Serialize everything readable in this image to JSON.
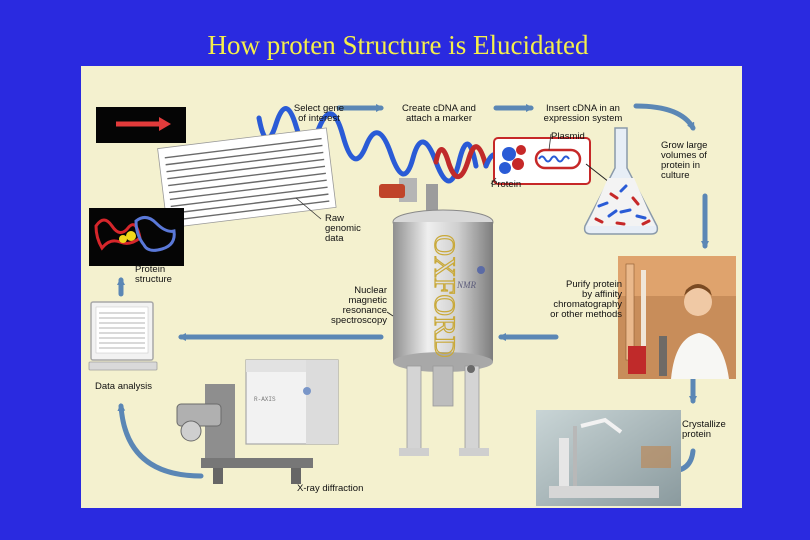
{
  "title": "How proten Structure is Elucidated",
  "steps": {
    "select_gene": "Select gene\nof interest",
    "create_cdna": "Create cDNA and\nattach a marker",
    "insert_cdna": "Insert cDNA in an\nexpression system",
    "plasmid": "Plasmid",
    "protein": "Protein",
    "grow": "Grow large\nvolumes of\nprotein in\nculture",
    "raw_data": "Raw\ngenomic\ndata",
    "protein_structure": "Protein\nstructure",
    "nmr": "Nuclear\nmagnetic\nresonance\nspectroscopy",
    "purify": "Purify protein\nby affinity\nchromatography\nor other methods",
    "data_analysis": "Data analysis",
    "crystallize": "Crystallize\nprotein",
    "xray": "X-ray diffraction"
  },
  "magnet_brand": "OXFORD",
  "magnet_badge": "NMR",
  "diffractometer_brand": "R-AXIS"
}
